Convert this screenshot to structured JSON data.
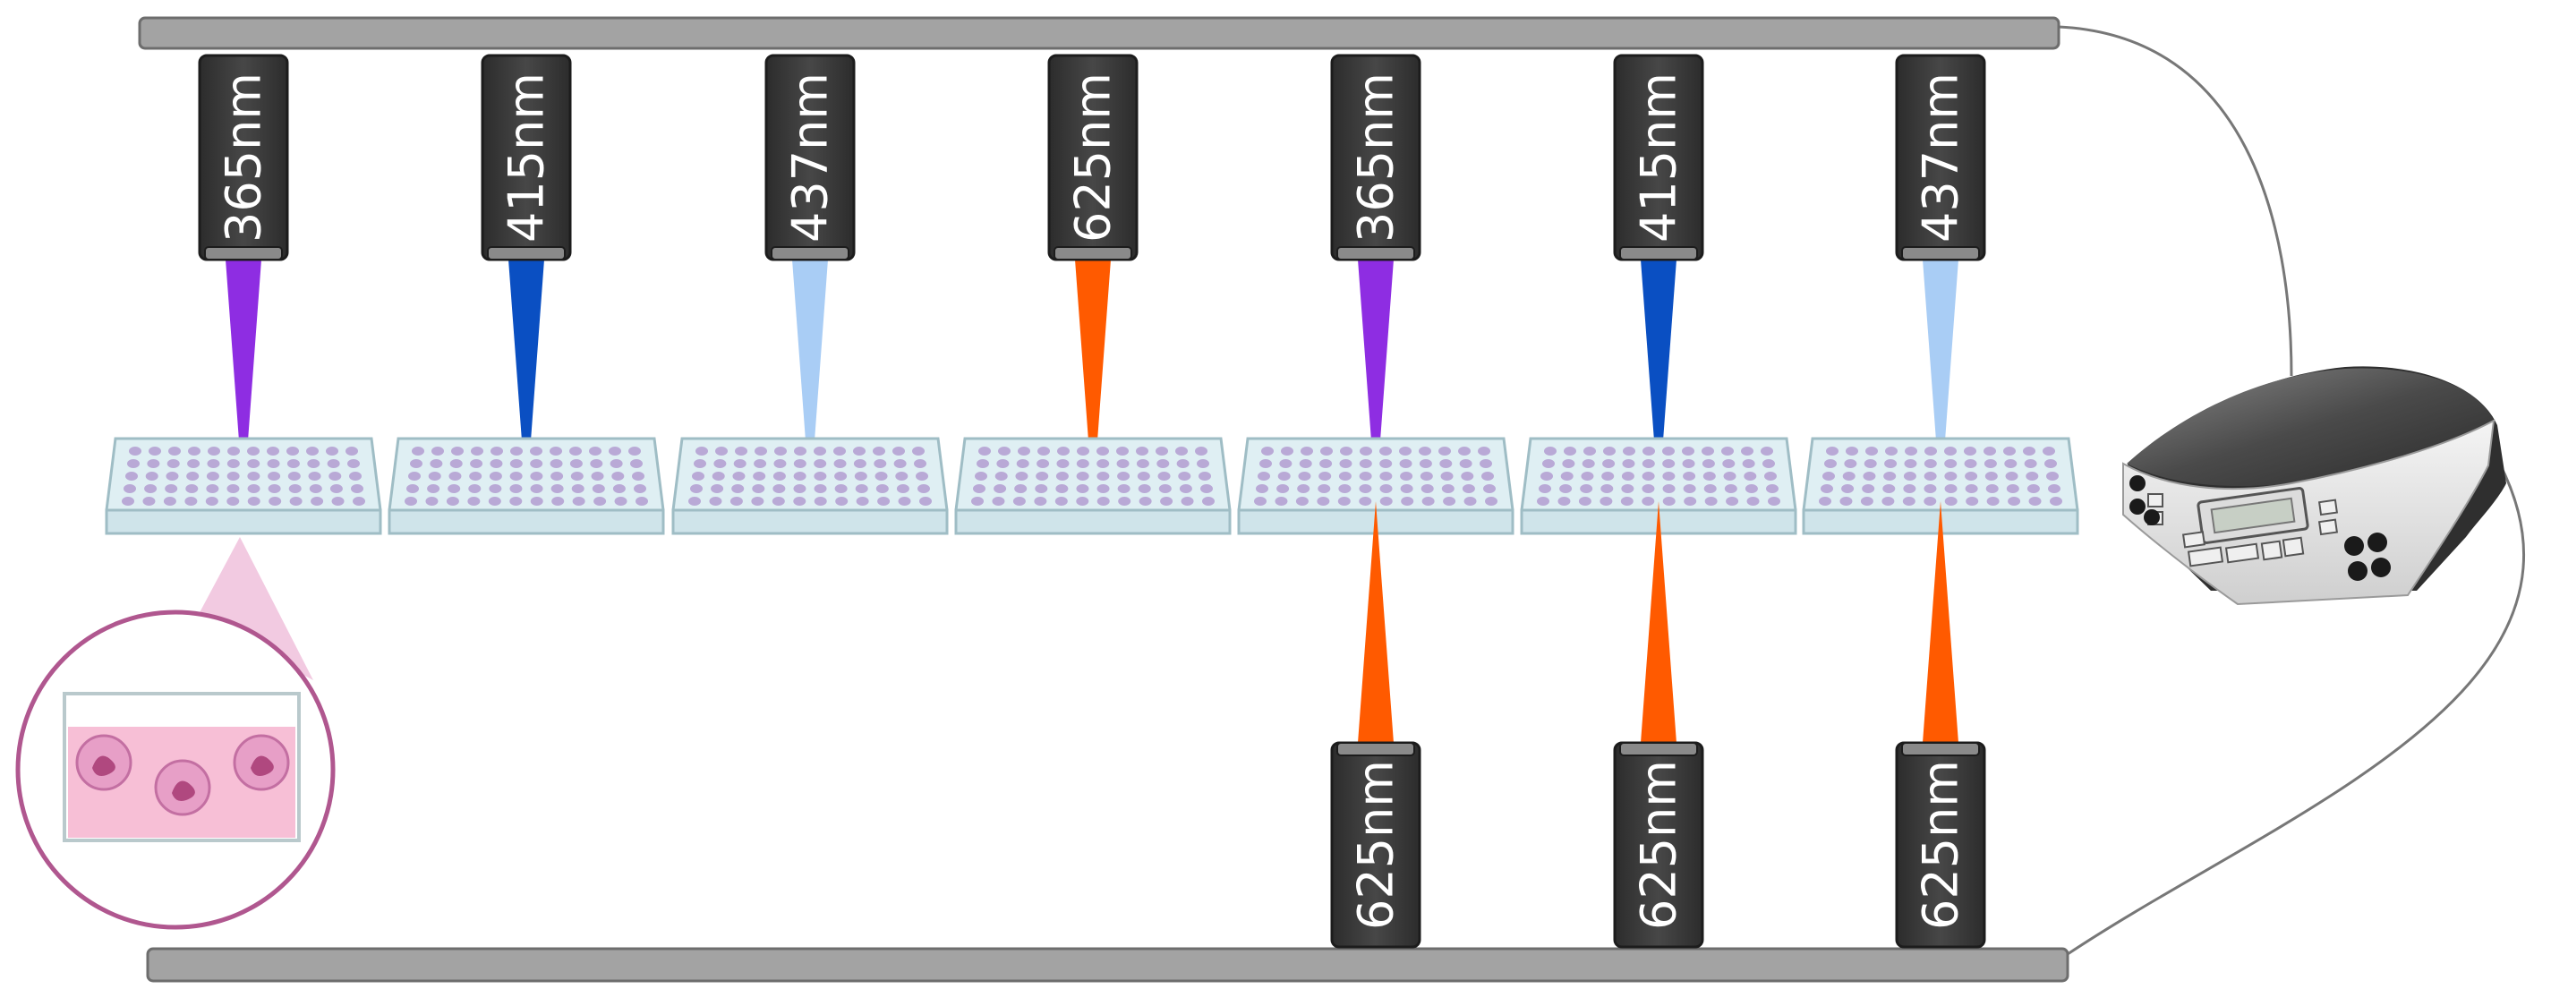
{
  "colors": {
    "bar": "#a3a3a3",
    "bar_edge": "#6d6d6d",
    "led_body": "#3b3b3b",
    "led_cap": "#2a2a2a",
    "plate_body": "#dfeff3",
    "plate_edge": "#9fbdc5",
    "well": "#b9a9d6",
    "wavelength_colors": {
      "365nm": "#8e2de2",
      "415nm": "#0a4fc2",
      "437nm": "#a9cdf5",
      "625nm": "#ff5a00"
    },
    "culture_medium": "#f7bfd6",
    "circle_edge": "#b0578f",
    "cone_fill": "#f1c4de",
    "cell": "#e79fc7",
    "cell_nucleus": "#b0487f"
  },
  "top_leds": [
    {
      "label": "365nm"
    },
    {
      "label": "415nm"
    },
    {
      "label": "437nm"
    },
    {
      "label": "625nm"
    },
    {
      "label": "365nm"
    },
    {
      "label": "415nm"
    },
    {
      "label": "437nm"
    }
  ],
  "bottom_leds": [
    {
      "label": "625nm"
    },
    {
      "label": "625nm"
    },
    {
      "label": "625nm"
    }
  ],
  "icons": {
    "plate": "96-well-plate-icon",
    "zoom": "cell-culture-well-zoom-icon",
    "device": "led-controller-device-icon"
  }
}
